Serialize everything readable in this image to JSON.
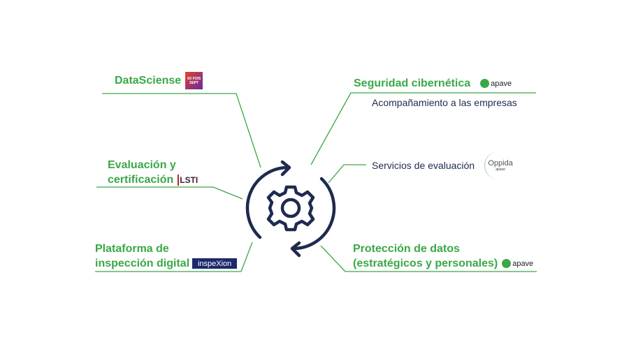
{
  "colors": {
    "green": "#3aa847",
    "navy": "#1e2a4f"
  },
  "center_icon": "gear-with-circular-arrows-icon",
  "left": [
    {
      "title": "DataSciense",
      "logo": "6X FOIS SEPT"
    },
    {
      "title_line1": "Evaluación y",
      "title_line2": "certificación",
      "logo": "LSTI"
    },
    {
      "title_line1": "Plataforma de",
      "title_line2": "inspección digital",
      "logo": "inspeXion"
    }
  ],
  "right": [
    {
      "title": "Seguridad cibernética",
      "subtitle": "Acompañamiento a las empresas",
      "logo": "apave"
    },
    {
      "subtitle": "Servicios de evaluación",
      "logo": "Oppida",
      "logo_sub": "apave"
    },
    {
      "title_line1": "Protección de datos",
      "title_line2": "(estratégicos y personales)",
      "logo": "apave"
    }
  ]
}
